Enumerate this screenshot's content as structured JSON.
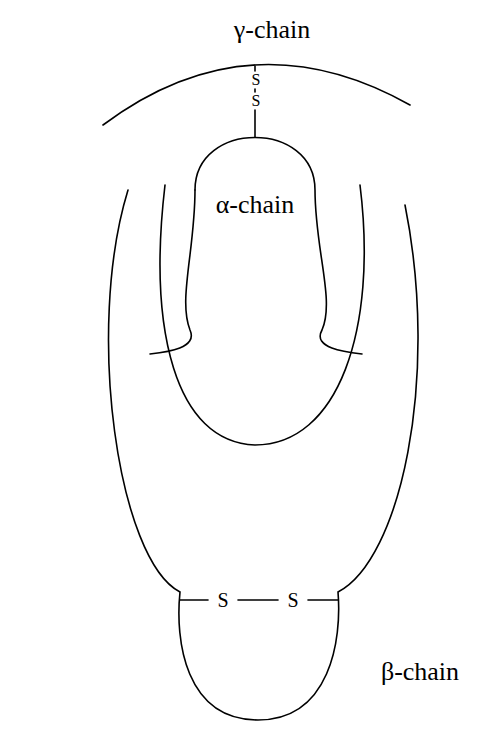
{
  "diagram": {
    "labels": [
      "γ-chain",
      "S",
      "S",
      "α-chain",
      "S",
      "S",
      "β-chain"
    ]
  }
}
